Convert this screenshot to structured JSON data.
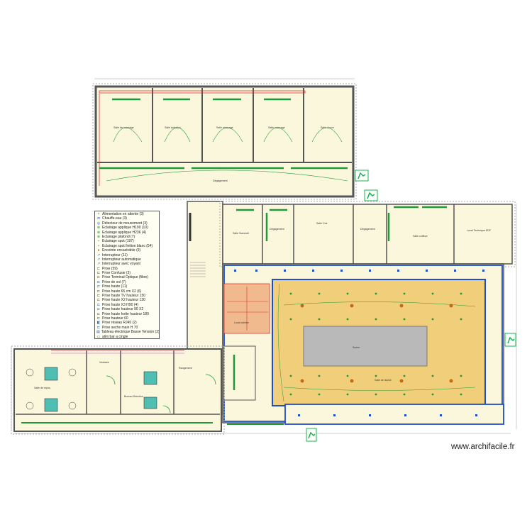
{
  "watermark": "www.archifacile.fr",
  "colors": {
    "room_fill": "#fbf7dd",
    "hall_fill": "#f1cf7a",
    "stage_fill": "#b9b9b9",
    "kitchen_fill": "#f0b98e",
    "wall": "#555555",
    "electric_blue": "#1f4fc8",
    "light_green": "#1f9a3a",
    "exit_green": "#17b34a"
  },
  "legend": {
    "items": [
      {
        "icon": "power-outlet-icon",
        "label": "Alimentation en attente (3)"
      },
      {
        "icon": "water-heater-icon",
        "label": "Chauffe-eau (3)"
      },
      {
        "icon": "motion-sensor-icon",
        "label": "Détecteur de mouvement (3)"
      },
      {
        "icon": "wall-light-icon",
        "label": "Eclairage applique H190 (10)"
      },
      {
        "icon": "wall-light-icon",
        "label": "Eclairage applique H236 (4)"
      },
      {
        "icon": "ceiling-light-icon",
        "label": "Eclairage plafond (7)"
      },
      {
        "icon": "spot-light-icon",
        "label": "Eclairage spot (197)"
      },
      {
        "icon": "spot-light-icon",
        "label": "Eclairage spot finition blanc (54)"
      },
      {
        "icon": "speaker-icon",
        "label": "Enceinte encastrable (9)"
      },
      {
        "icon": "switch-icon",
        "label": "Interrupteur (11)"
      },
      {
        "icon": "switch-icon",
        "label": "Interrupteur automatique"
      },
      {
        "icon": "switch-icon",
        "label": "Interrupteur avec voyant"
      },
      {
        "icon": "socket-icon",
        "label": "Prise (59)"
      },
      {
        "icon": "socket-icon",
        "label": "Prise Confusie (3)"
      },
      {
        "icon": "socket-icon",
        "label": "Prise Terminal Optique (fibre)"
      },
      {
        "icon": "socket-icon",
        "label": "Prise de sol (7)"
      },
      {
        "icon": "socket-icon",
        "label": "Prise haute (11)"
      },
      {
        "icon": "socket-icon",
        "label": "Prise haute 65 cm X2 (6)"
      },
      {
        "icon": "socket-icon",
        "label": "Prise haute TV hauteur 150"
      },
      {
        "icon": "socket-icon",
        "label": "Prise haute X2 hauteur 130"
      },
      {
        "icon": "socket-icon",
        "label": "Prise haute X3 H90 (4)"
      },
      {
        "icon": "socket-icon",
        "label": "Prise haute hauteur 90 X2"
      },
      {
        "icon": "socket-icon",
        "label": "Prise haute hotte hauteur 180"
      },
      {
        "icon": "socket-icon",
        "label": "Prise hauteur 60"
      },
      {
        "icon": "network-socket-icon",
        "label": "Prise réseau RJ45 (2)"
      },
      {
        "icon": "socket-icon",
        "label": "Prise seche main H 70"
      },
      {
        "icon": "electric-panel-icon",
        "label": "Tableau électrique Basse Tension (2)"
      },
      {
        "icon": "bar-icon",
        "label": "alim bar a cingle"
      }
    ]
  },
  "rooms": {
    "top_row": [
      "Salle de massage",
      "Salle tydrallon",
      "Salle massage",
      "Salle massage",
      "Salle douce"
    ],
    "corridor_top": "Dégagement",
    "mid_row": [
      "Salle Sommeil",
      "Dégagement",
      "Salle Cuir",
      "Dégagement",
      "Salle coiffure",
      "Local Technique EDF"
    ],
    "main_hall": "Salle de danse",
    "stage": "Scène",
    "kitchen": "Local cuisine",
    "bottom_left": [
      "Salle de repos",
      "Vestiaire",
      "Bureau Direction",
      "Rangement"
    ]
  }
}
